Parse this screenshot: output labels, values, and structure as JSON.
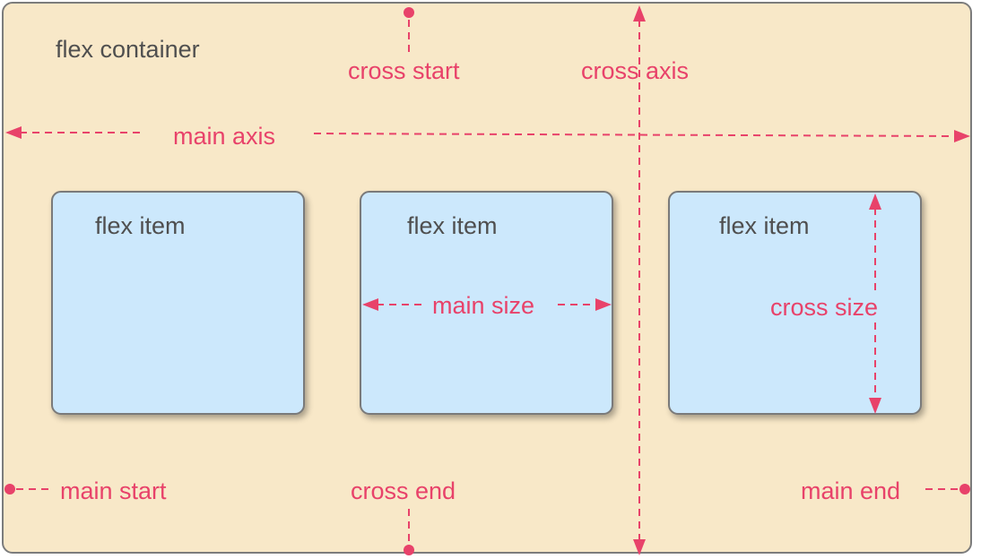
{
  "diagram": {
    "container_label": "flex container",
    "items": [
      {
        "label": "flex item"
      },
      {
        "label": "flex item"
      },
      {
        "label": "flex item"
      }
    ],
    "labels": {
      "cross_start": "cross start",
      "cross_axis": "cross axis",
      "main_axis": "main axis",
      "main_size": "main size",
      "cross_size": "cross size",
      "main_start": "main start",
      "cross_end": "cross end",
      "main_end": "main end"
    },
    "colors": {
      "container_fill": "#f8e8c8",
      "item_fill": "#cce8fc",
      "annotation": "#e8426a",
      "text": "#4f4f4f",
      "border": "#7a7a7a"
    }
  }
}
